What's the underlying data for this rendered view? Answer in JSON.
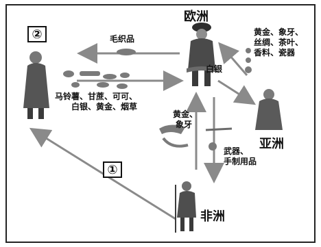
{
  "markers": {
    "two": "②",
    "one": "①"
  },
  "regions": {
    "europe": "欧洲",
    "asia": "亚洲",
    "africa": "非洲"
  },
  "goods": {
    "woolens": "毛织品",
    "asia_line1": "黄金、象牙、",
    "asia_line2": "丝绸、茶叶、",
    "asia_line3": "香料、瓷器",
    "america_line1": "马铃薯、甘蔗、可可、",
    "america_line2": "白银、黄金、烟草",
    "silver": "白银",
    "africa_gold_line1": "黄金、",
    "africa_gold_line2": "象牙",
    "weapons_line1": "武器、",
    "weapons_line2": "手制用品"
  },
  "colors": {
    "arrow": "#8a8a8a",
    "figure": "#4a4a4a",
    "text": "#111111"
  }
}
